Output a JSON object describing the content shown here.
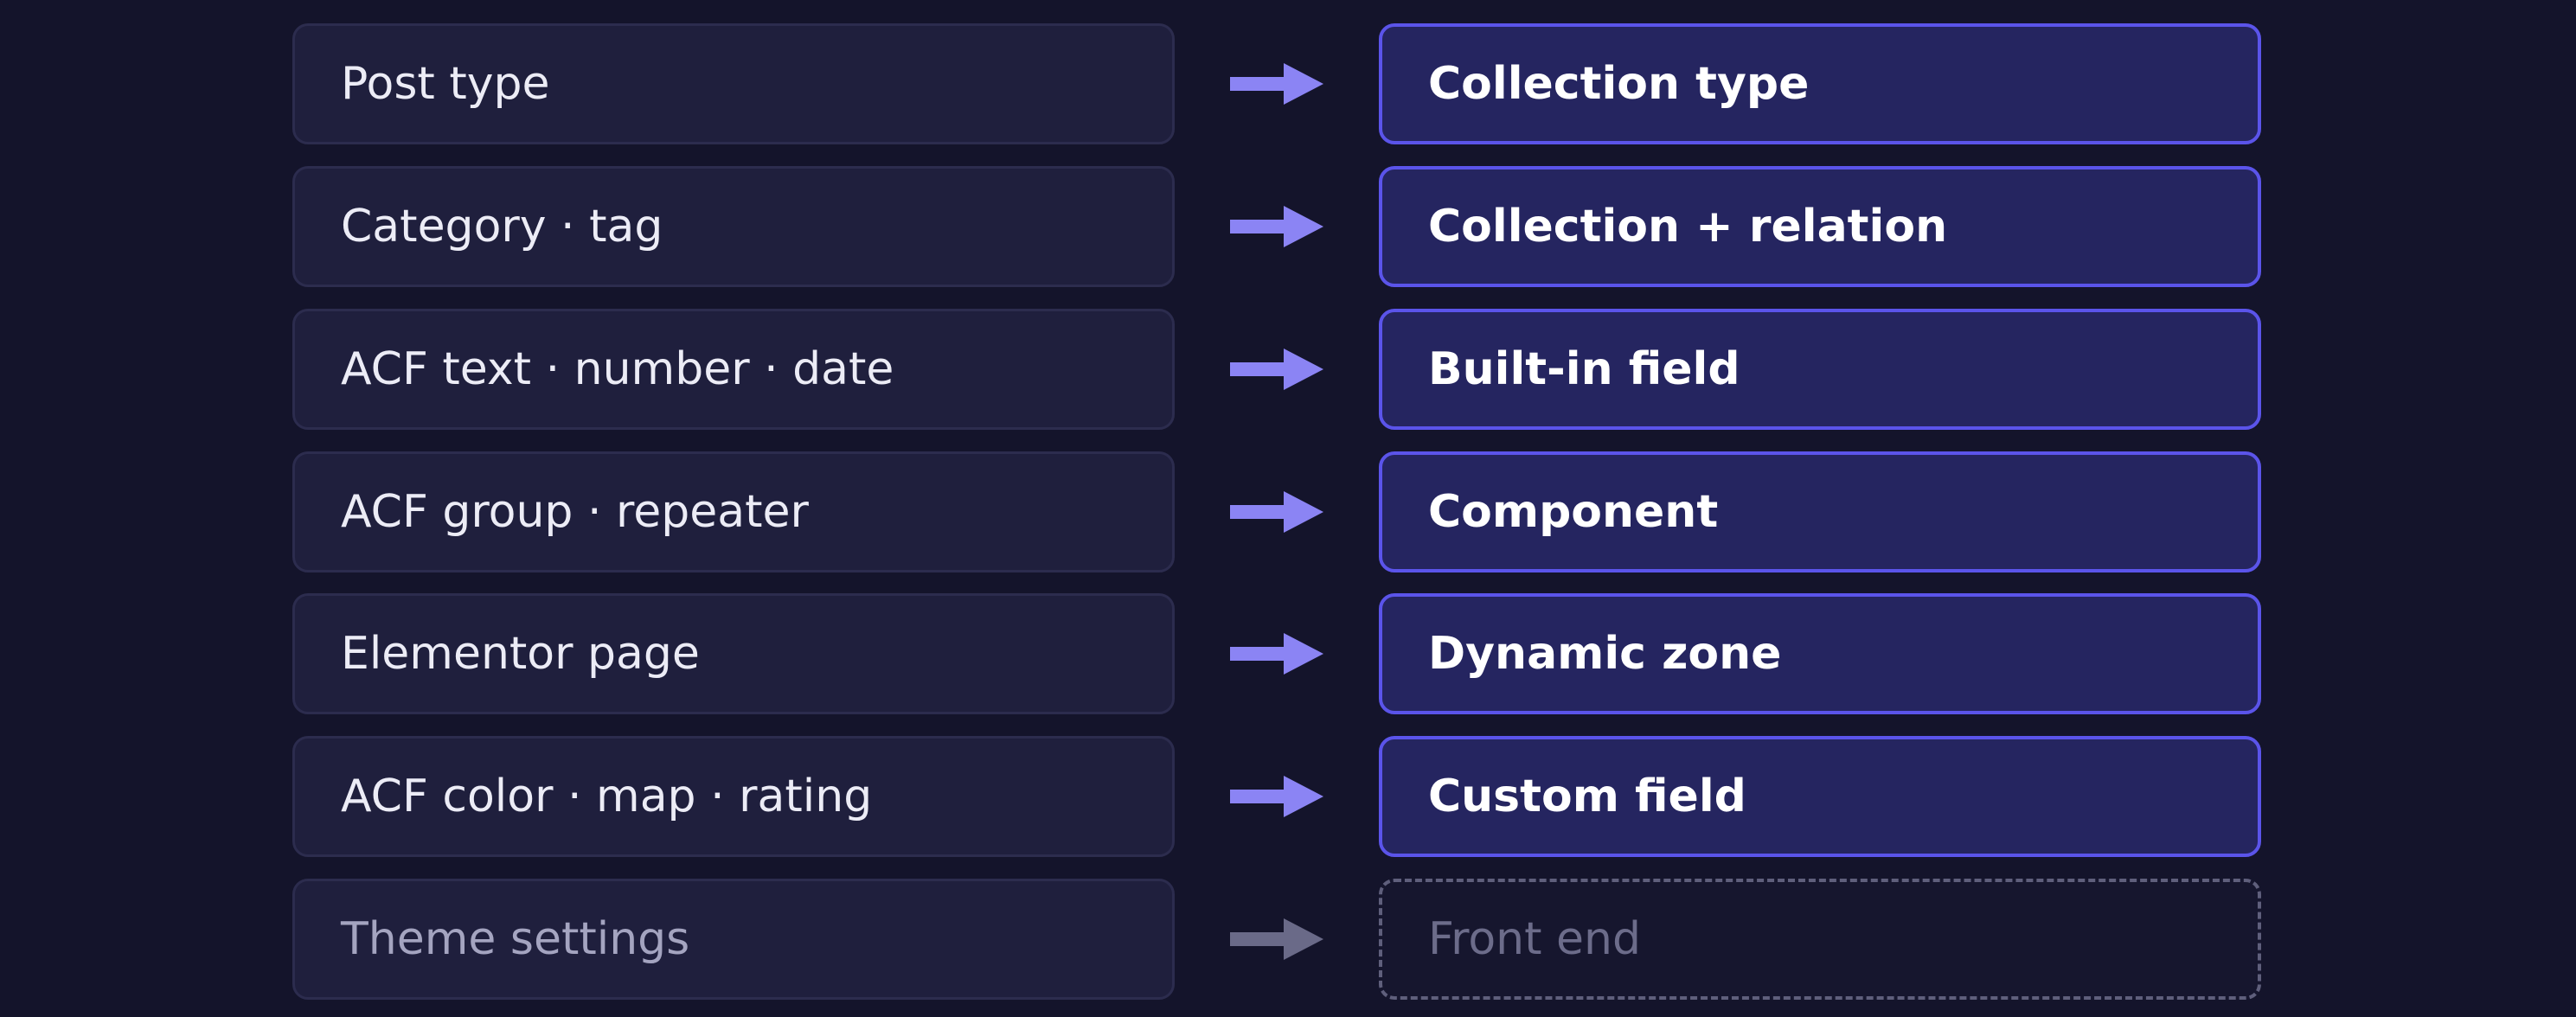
{
  "colors": {
    "background": "#14142b",
    "source_box": "#1f1f3d",
    "target_box": "#252560",
    "target_border": "#5b54ea",
    "arrow": "#8b84f4",
    "arrow_muted": "#6a6a88"
  },
  "mappings": [
    {
      "source": "Post type",
      "target": "Collection type",
      "arrow_icon": "arrow-right-icon"
    },
    {
      "source": "Category · tag",
      "target": "Collection + relation",
      "arrow_icon": "arrow-right-icon"
    },
    {
      "source": "ACF text · number · date",
      "target": "Built-in field",
      "arrow_icon": "arrow-right-icon"
    },
    {
      "source": "ACF group · repeater",
      "target": "Component",
      "arrow_icon": "arrow-right-icon"
    },
    {
      "source": "Elementor page",
      "target": "Dynamic zone",
      "arrow_icon": "arrow-right-icon"
    },
    {
      "source": "ACF color · map · rating",
      "target": "Custom field",
      "arrow_icon": "arrow-right-icon"
    },
    {
      "source": "Theme settings",
      "target": "Front end",
      "arrow_icon": "arrow-right-icon",
      "muted": true
    }
  ]
}
